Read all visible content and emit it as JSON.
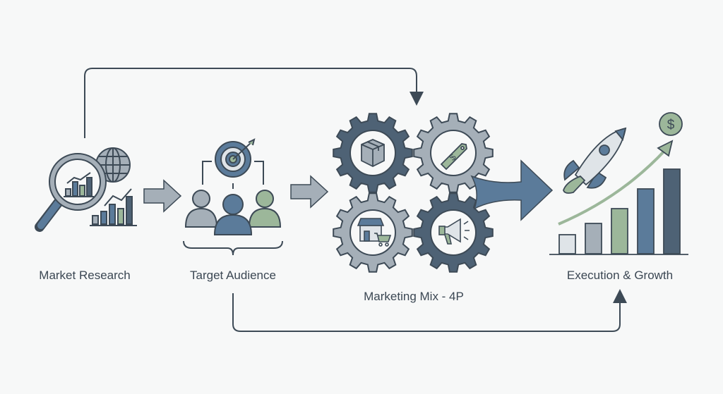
{
  "steps": [
    {
      "label": "Market Research",
      "icon": "magnifier-chart-globe-icon"
    },
    {
      "label": "Target Audience",
      "icon": "target-audience-icon"
    },
    {
      "label": "Marketing Mix - 4P",
      "icon": "gears-4p-icon",
      "sub_icons": [
        "product-box-icon",
        "price-tag-icon",
        "place-store-icon",
        "promotion-megaphone-icon"
      ]
    },
    {
      "label": "Execution & Growth",
      "icon": "rocket-growth-chart-icon"
    }
  ],
  "colors": {
    "dark": "#4e6275",
    "blue": "#5b7b9a",
    "gray": "#a5afb8",
    "green": "#9cb79a",
    "light": "#dfe4e8",
    "line": "#3d4a56"
  }
}
